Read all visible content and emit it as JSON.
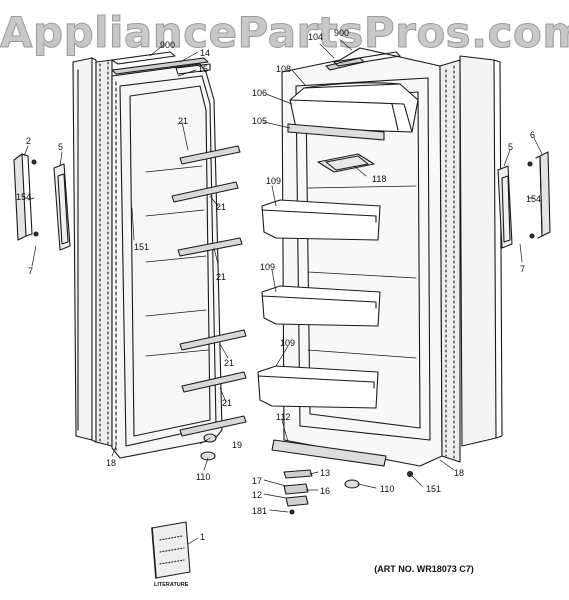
{
  "watermark": "AppliancePartsPros.com",
  "art_number": "(ART NO. WR18073 C7)",
  "literature_label": "LITERATURE",
  "callouts": {
    "c_900a": "900",
    "c_900b": "900",
    "c_104": "104",
    "c_14": "14",
    "c_15": "15",
    "c_108": "108",
    "c_106": "106",
    "c_105": "105",
    "c_2": "2",
    "c_5l": "5",
    "c_154l": "154",
    "c_7l": "7",
    "c_21a": "21",
    "c_21b": "21",
    "c_21c": "21",
    "c_21d": "21",
    "c_21e": "21",
    "c_151l": "151",
    "c_18l": "18",
    "c_19": "19",
    "c_110l": "110",
    "c_118": "118",
    "c_109a": "109",
    "c_109b": "109",
    "c_109c": "109",
    "c_112": "112",
    "c_13": "13",
    "c_17": "17",
    "c_16": "16",
    "c_12": "12",
    "c_181": "181",
    "c_110r": "110",
    "c_151r": "151",
    "c_18r": "18",
    "c_6": "6",
    "c_5r": "5",
    "c_154r": "154",
    "c_7r": "7",
    "c_1": "1"
  }
}
